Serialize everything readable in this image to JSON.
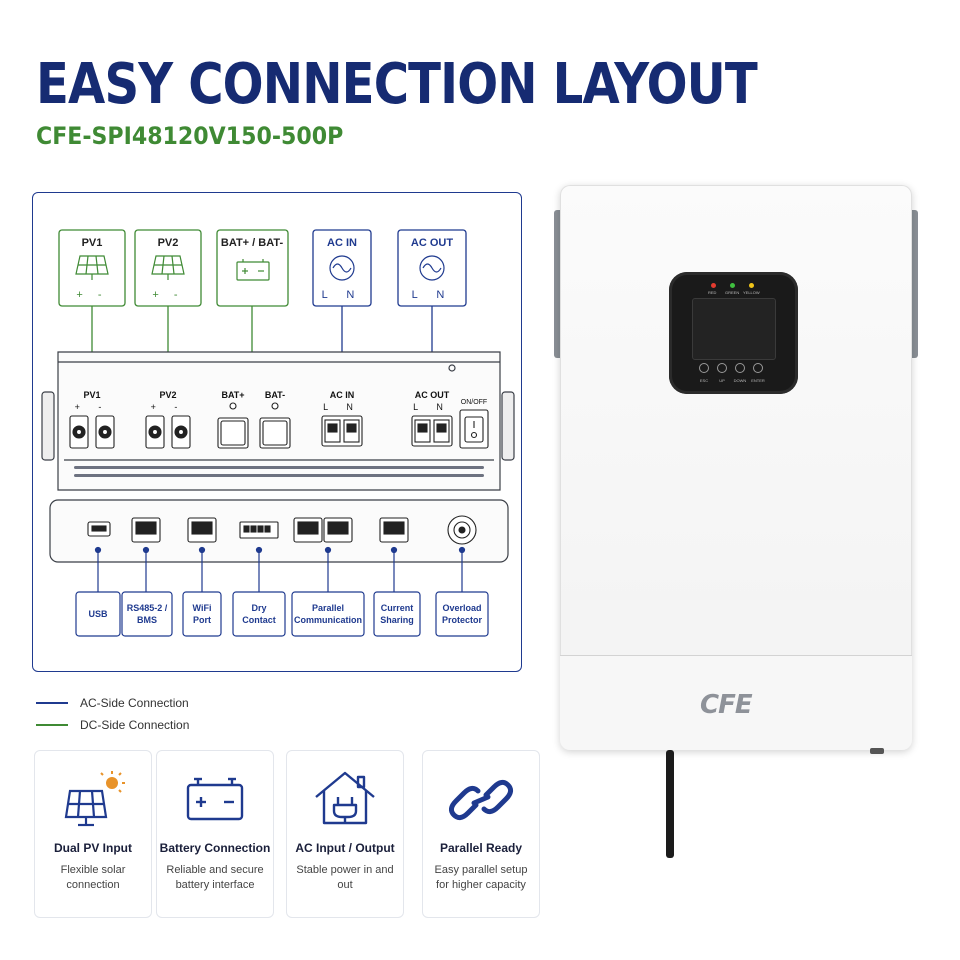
{
  "header": {
    "title": "EASY CONNECTION LAYOUT",
    "model": "CFE-SPI48120V150-500P"
  },
  "top_connectors": [
    {
      "label": "PV1",
      "type": "dc",
      "pins": "+ -"
    },
    {
      "label": "PV2",
      "type": "dc",
      "pins": "+ -"
    },
    {
      "label": "BAT+ / BAT-",
      "type": "dc",
      "pins": ""
    },
    {
      "label": "AC IN",
      "type": "ac",
      "pins": "L N"
    },
    {
      "label": "AC OUT",
      "type": "ac",
      "pins": "L N"
    }
  ],
  "unit_labels": {
    "pv1": "PV1",
    "pv2": "PV2",
    "pv_pins": "+ -",
    "bat_plus": "BAT+",
    "bat_minus": "BAT-",
    "ac_in": "AC IN",
    "ac_out": "AC OUT",
    "ac_pins": "L N",
    "onoff": "ON/OFF"
  },
  "bottom_ports": [
    {
      "label": "USB"
    },
    {
      "label": "RS485-2 / BMS"
    },
    {
      "label": "WiFi Port"
    },
    {
      "label": "Dry Contact"
    },
    {
      "label": "Parallel Communication"
    },
    {
      "label": "Current Sharing"
    },
    {
      "label": "Overload Protector"
    }
  ],
  "legend": [
    {
      "label": "AC-Side Connection",
      "color": "#1f3a8f"
    },
    {
      "label": "DC-Side Connection",
      "color": "#3f8a34"
    }
  ],
  "features": [
    {
      "icon": "solar-panel-icon",
      "title": "Dual PV Input",
      "desc": "Flexible solar connection"
    },
    {
      "icon": "battery-icon",
      "title": "Battery Connection",
      "desc": "Reliable and secure battery interface"
    },
    {
      "icon": "house-plug-icon",
      "title": "AC Input / Output",
      "desc": "Stable power in and out"
    },
    {
      "icon": "chain-link-icon",
      "title": "Parallel Ready",
      "desc": "Easy parallel setup for higher capacity"
    }
  ],
  "inverter": {
    "leds": [
      "RED",
      "GREEN",
      "YELLOW"
    ],
    "buttons": [
      "ESC",
      "UP",
      "DOWN",
      "ENTER"
    ],
    "logo": "CFE"
  },
  "colors": {
    "ac": "#1f3a8f",
    "dc": "#3f8a34",
    "title": "#162b72"
  }
}
